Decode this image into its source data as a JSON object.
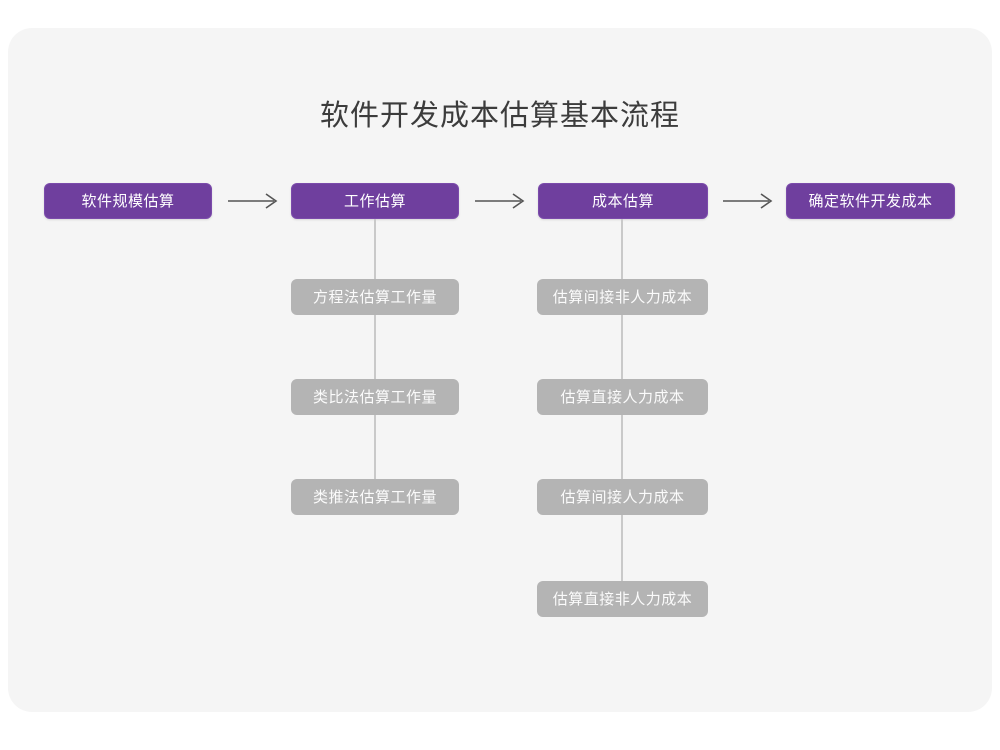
{
  "page": {
    "title": "软件开发成本估算基本流程",
    "background_color": "#ffffff",
    "card_color": "#f5f5f5",
    "accent_color": "#6f3f9e",
    "secondary_color": "#b4b4b4",
    "connector_color": "#c9c9c9",
    "title_color": "#3c3c3c"
  },
  "flow": {
    "stages": [
      {
        "id": "scale",
        "label": "软件规模估算"
      },
      {
        "id": "effort",
        "label": "工作估算"
      },
      {
        "id": "cost",
        "label": "成本估算"
      },
      {
        "id": "final",
        "label": "确定软件开发成本"
      }
    ],
    "arrows": [
      {
        "id": "arrow-1",
        "icon": "arrow-right-icon"
      },
      {
        "id": "arrow-2",
        "icon": "arrow-right-icon"
      },
      {
        "id": "arrow-3",
        "icon": "arrow-right-icon"
      }
    ],
    "effort_methods": [
      {
        "id": "eq",
        "label": "方程法估算工作量"
      },
      {
        "id": "analogy",
        "label": "类比法估算工作量"
      },
      {
        "id": "inference",
        "label": "类推法估算工作量"
      }
    ],
    "cost_items": [
      {
        "id": "indirect-nonlabor",
        "label": "估算间接非人力成本"
      },
      {
        "id": "direct-labor",
        "label": "估算直接人力成本"
      },
      {
        "id": "indirect-labor",
        "label": "估算间接人力成本"
      },
      {
        "id": "direct-nonlabor",
        "label": "估算直接非人力成本"
      }
    ]
  }
}
